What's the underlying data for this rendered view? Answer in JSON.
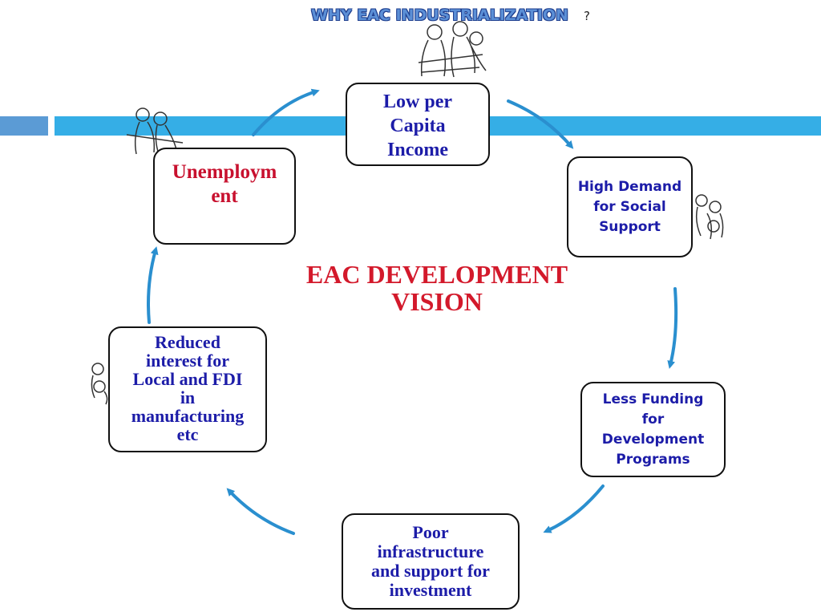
{
  "header": {
    "title": "WHY EAC INDUSTRIALIZATION",
    "question_mark": "?"
  },
  "center": {
    "title_line1": "EAC DEVELOPMENT",
    "title_line2": "VISION"
  },
  "cycle": [
    {
      "id": "low-per-capita-income",
      "lines": [
        "Low per",
        "Capita",
        "Income"
      ]
    },
    {
      "id": "high-demand-social-support",
      "lines": [
        "High Demand",
        "for Social",
        "Support"
      ]
    },
    {
      "id": "less-funding",
      "lines": [
        "Less Funding",
        "for",
        "Development",
        "Programs"
      ]
    },
    {
      "id": "poor-infrastructure",
      "lines": [
        "Poor",
        "infrastructure",
        "and support for",
        "investment"
      ]
    },
    {
      "id": "reduced-interest",
      "lines": [
        "Reduced",
        "interest for",
        "Local and FDI",
        "in",
        "manufacturing",
        "etc"
      ]
    },
    {
      "id": "unemployment",
      "lines": [
        "Unemploym",
        "ent"
      ]
    }
  ],
  "colors": {
    "arrow": "#2a8fcf",
    "band_dark": "#5b9bd5",
    "band_light": "#35aee6",
    "title_fill": "#5b8fd6",
    "center_red": "#d3192b",
    "box_text_blue": "#1c1ca8",
    "unemployment_red": "#c8102e"
  },
  "icons": [
    "sketch-figures-top",
    "sketch-figures-left",
    "sketch-figures-right",
    "sketch-figures-mid-left"
  ]
}
